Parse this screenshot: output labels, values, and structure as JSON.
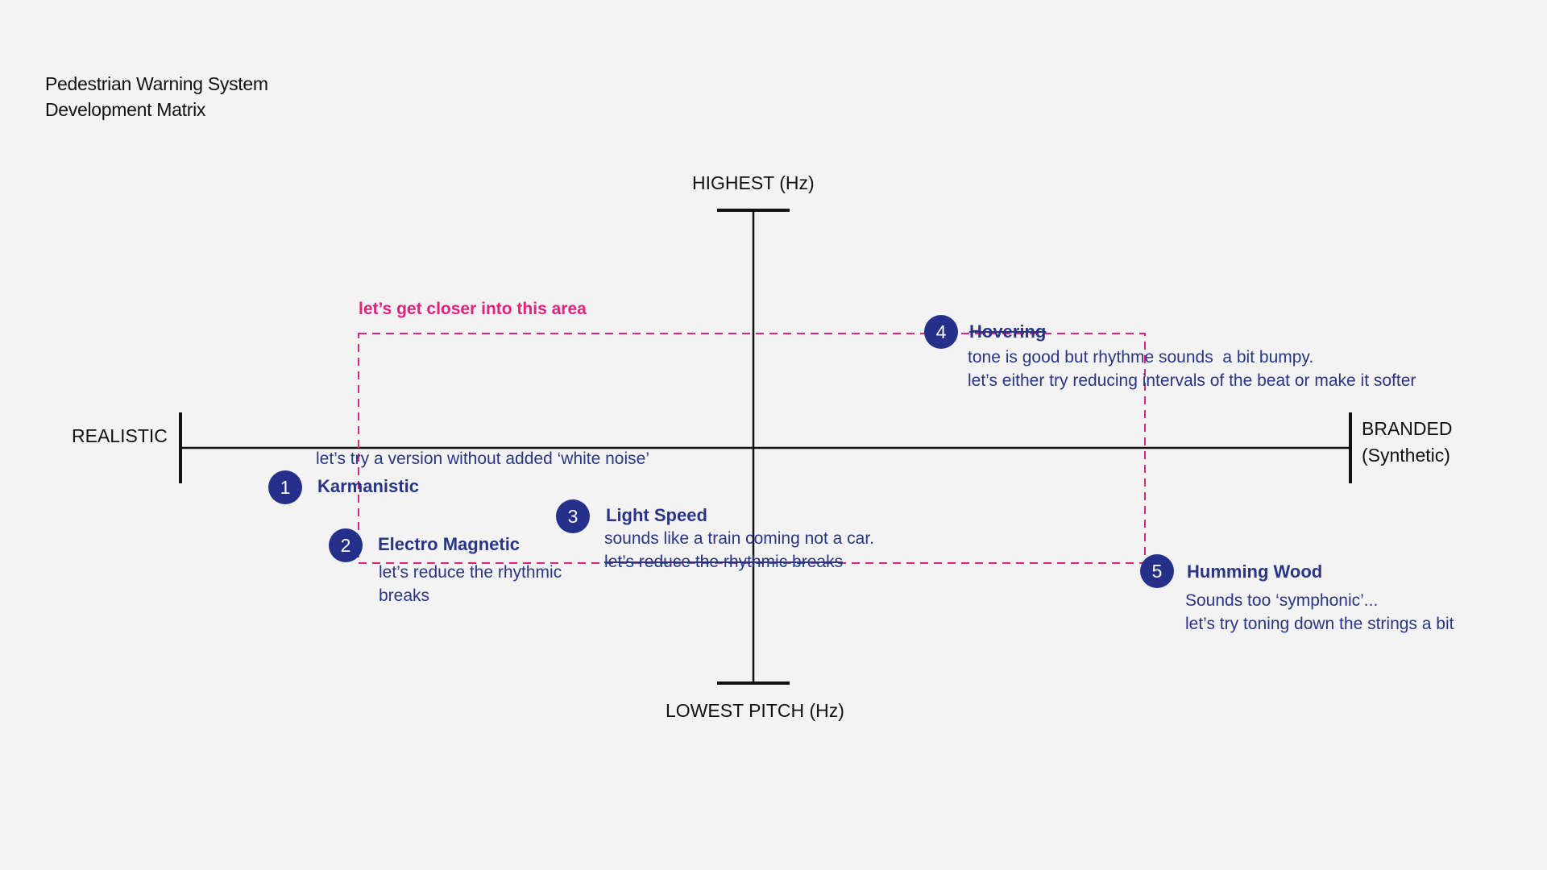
{
  "title": {
    "line1": "Pedestrian Warning System",
    "line2": "Development Matrix"
  },
  "axes": {
    "top": "HIGHEST (Hz)",
    "bottom": "LOWEST PITCH (Hz)",
    "left": "REALISTIC",
    "right_line1": "BRANDED",
    "right_line2": "(Synthetic)"
  },
  "target_region": {
    "label": "let’s get closer into this area",
    "color": "#e0237d"
  },
  "items": [
    {
      "number": "1",
      "name": "Karmanistic",
      "note": "let’s try a version without added ‘white noise’"
    },
    {
      "number": "2",
      "name": "Electro Magnetic",
      "note_line1": "let’s reduce the rhythmic",
      "note_line2": "breaks"
    },
    {
      "number": "3",
      "name": "Light Speed",
      "note_line1": "sounds like a train coming not a car.",
      "note_line2": "let’s reduce the rhythmic breaks"
    },
    {
      "number": "4",
      "name": "Hovering",
      "note_line1": "tone is good but rhythme sounds  a bit bumpy.",
      "note_line2": "let’s either try reducing intervals of the beat or make it softer"
    },
    {
      "number": "5",
      "name": "Humming Wood",
      "note_line1": "Sounds too ‘symphonic’...",
      "note_line2": "let’s try toning down the strings a bit"
    }
  ],
  "colors": {
    "background": "#f3f3f3",
    "axis": "#111111",
    "item_blue": "#2a3585",
    "badge_fill": "#24308a",
    "highlight_pink": "#e0237d"
  }
}
